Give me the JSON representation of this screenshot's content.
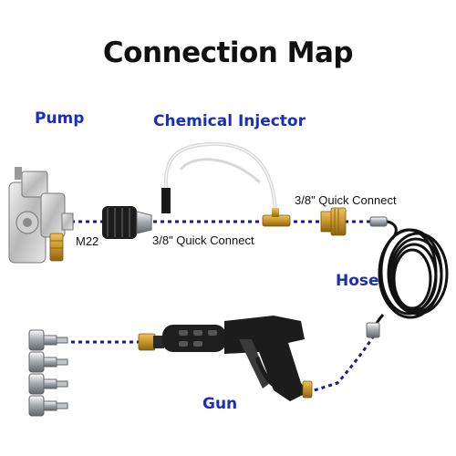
{
  "title": "Connection Map",
  "labels": {
    "pump": "Pump",
    "chemical_injector": "Chemical Injector",
    "hose": "Hose",
    "gun": "Gun",
    "m22": "M22",
    "quick_connect_lower": "3/8\" Quick Connect",
    "quick_connect_upper": "3/8\" Quick Connect"
  },
  "colors": {
    "label_blue": "#1a2fb8",
    "connector_dots": "#1b1b8a",
    "brass": "#c9952a",
    "hose_black": "#111111"
  }
}
